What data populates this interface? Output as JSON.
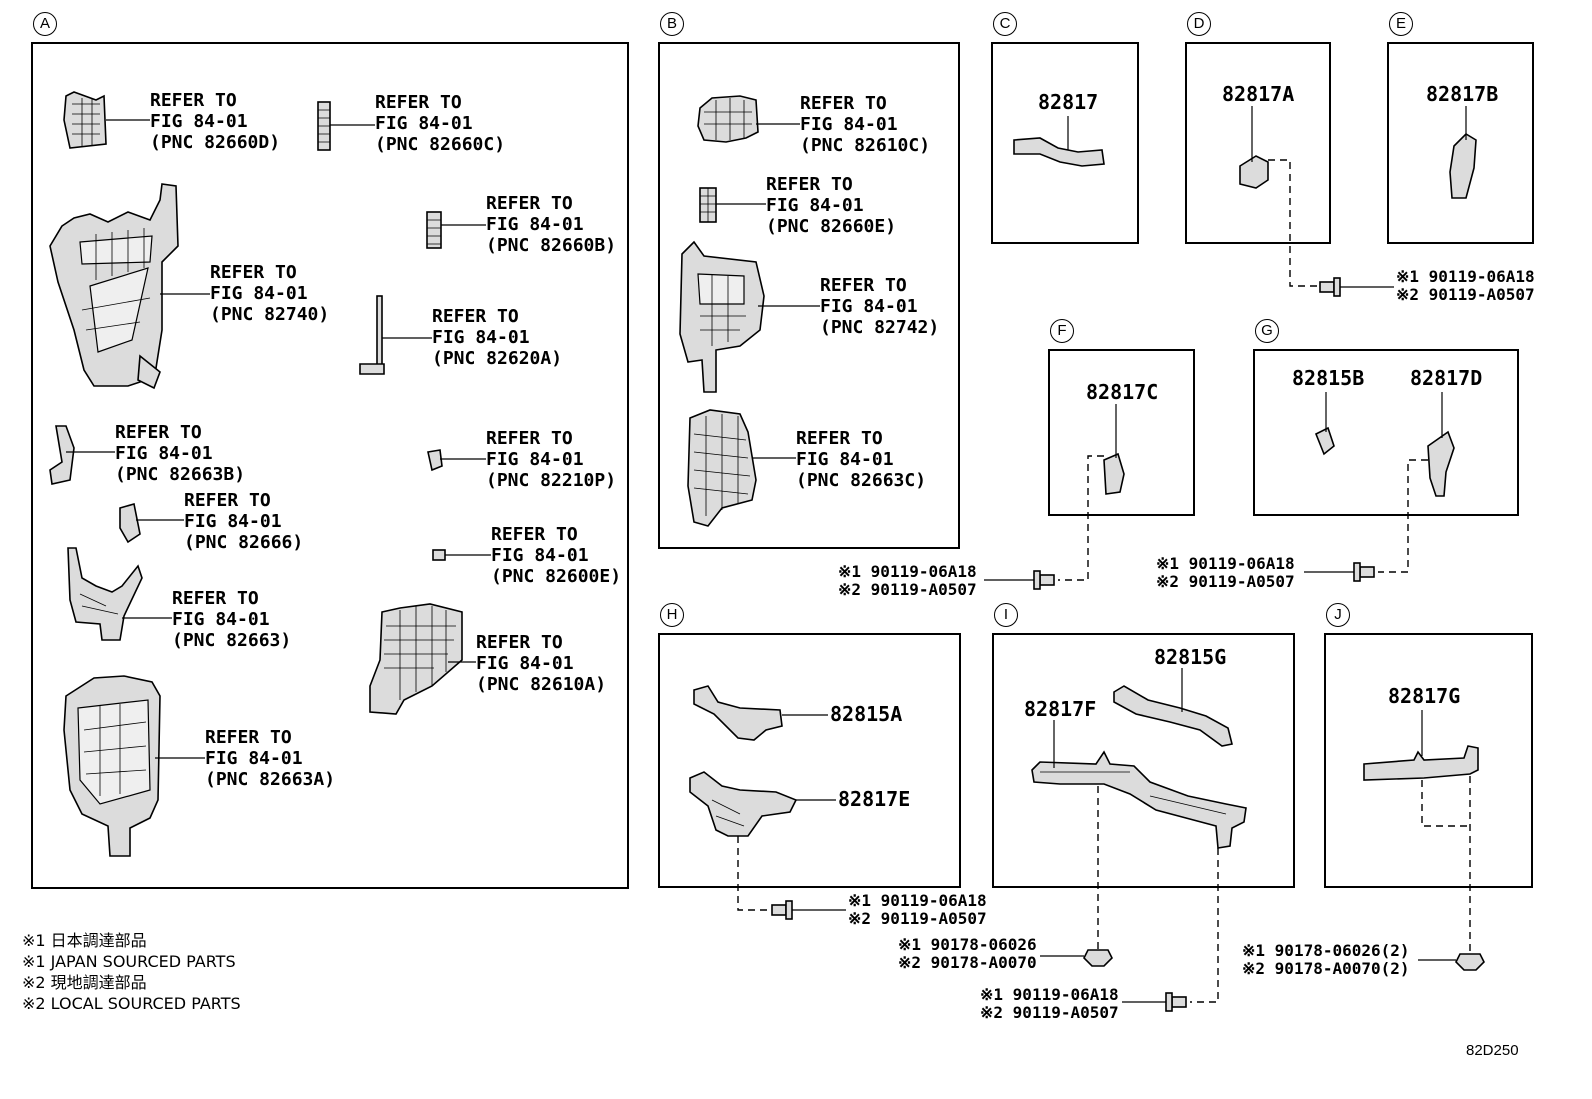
{
  "sections": {
    "A": "A",
    "B": "B",
    "C": "C",
    "D": "D",
    "E": "E",
    "F": "F",
    "G": "G",
    "H": "H",
    "I": "I",
    "J": "J"
  },
  "refer_labels": {
    "a1": "REFER TO\nFIG 84-01\n(PNC 82660D)",
    "a2": "REFER TO\nFIG 84-01\n(PNC 82660C)",
    "a3": "REFER TO\nFIG 84-01\n(PNC 82660B)",
    "a4": "REFER TO\nFIG 84-01\n(PNC 82740)",
    "a5": "REFER TO\nFIG 84-01\n(PNC 82620A)",
    "a6": "REFER TO\nFIG 84-01\n(PNC 82663B)",
    "a7": "REFER TO\nFIG 84-01\n(PNC 82210P)",
    "a8": "REFER TO\nFIG 84-01\n(PNC 82666)",
    "a9": "REFER TO\nFIG 84-01\n(PNC 82600E)",
    "a10": "REFER TO\nFIG 84-01\n(PNC 82663)",
    "a11": "REFER TO\nFIG 84-01\n(PNC 82610A)",
    "a12": "REFER TO\nFIG 84-01\n(PNC 82663A)",
    "b1": "REFER TO\nFIG 84-01\n(PNC 82610C)",
    "b2": "REFER TO\nFIG 84-01\n(PNC 82660E)",
    "b3": "REFER TO\nFIG 84-01\n(PNC 82742)",
    "b4": "REFER TO\nFIG 84-01\n(PNC 82663C)"
  },
  "part_numbers": {
    "c": "82817",
    "d": "82817A",
    "e": "82817B",
    "f": "82817C",
    "g1": "82815B",
    "g2": "82817D",
    "h1": "82815A",
    "h2": "82817E",
    "i1": "82815G",
    "i2": "82817F",
    "j": "82817G"
  },
  "fasteners": {
    "de": "※1 90119-06A18\n※2 90119-A0507",
    "f": "※1 90119-06A18\n※2 90119-A0507",
    "g": "※1 90119-06A18\n※2 90119-A0507",
    "h": "※1 90119-06A18\n※2 90119-A0507",
    "i1": "※1 90178-06026\n※2 90178-A0070",
    "i2": "※1 90119-06A18\n※2 90119-A0507",
    "j": "※1 90178-06026(2)\n※2 90178-A0070(2)"
  },
  "notes": [
    "※1 日本調達部品",
    "※1 JAPAN SOURCED PARTS",
    "※2 現地調達部品",
    "※2 LOCAL SOURCED PARTS"
  ],
  "diagram_code": "82D250"
}
